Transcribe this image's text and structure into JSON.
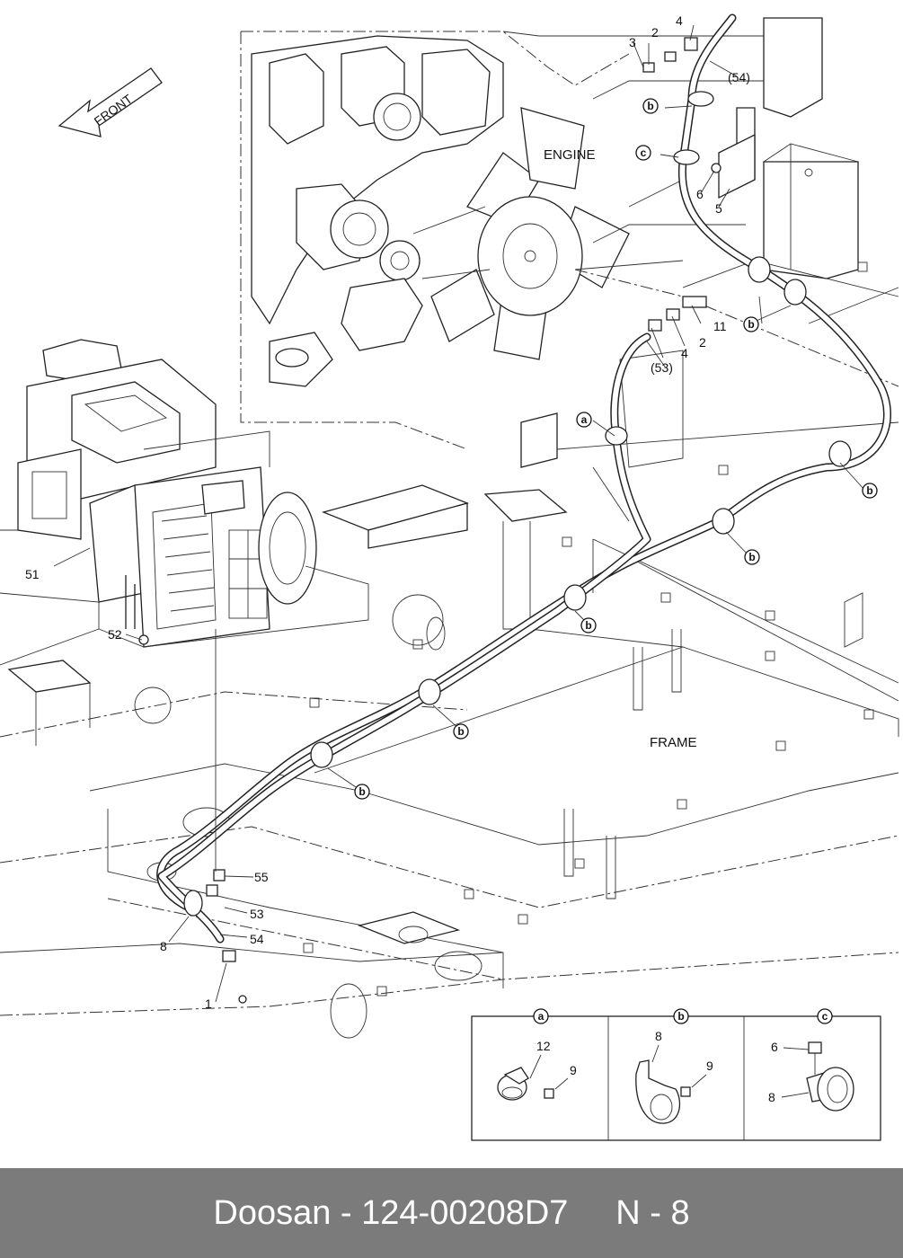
{
  "diagram": {
    "front_label": "FRONT",
    "engine_label": "ENGINE",
    "frame_label": "FRAME",
    "callouts": {
      "p1": "1",
      "p2a": "2",
      "p2b": "2",
      "p3": "3",
      "p4a": "4",
      "p4b": "4",
      "p5": "5",
      "p6": "6",
      "p8": "8",
      "p11": "11",
      "p51": "51",
      "p52": "52",
      "p53": "53",
      "p54": "54",
      "p55": "55",
      "p53p": "(53)",
      "p54p": "(54)"
    },
    "clamp_markers": {
      "a": "a",
      "b": "b",
      "c": "c"
    },
    "legend": {
      "a": {
        "marker": "a",
        "labels": [
          "12",
          "9"
        ]
      },
      "b": {
        "marker": "b",
        "labels": [
          "8",
          "9"
        ]
      },
      "c": {
        "marker": "c",
        "labels": [
          "6",
          "8"
        ]
      }
    }
  },
  "footer": {
    "brand": "Doosan",
    "separator": " - ",
    "part_number": "124-00208D7",
    "page": "N - 8"
  }
}
